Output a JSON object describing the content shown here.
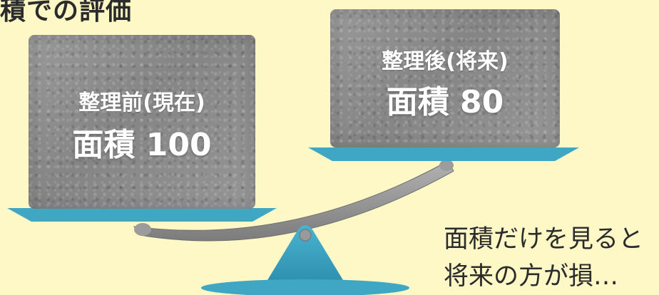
{
  "heading": "積での評価",
  "left_block": {
    "label": "整理前(現在)",
    "value": "面積 100"
  },
  "right_block": {
    "label": "整理後(将来)",
    "value": "面積 80"
  },
  "comment": {
    "line1": "面積だけを見ると",
    "line2": "将来の方が損…"
  },
  "colors": {
    "background": "#fef7c6",
    "pan": "#3fa6c4",
    "stone": "#8d8d8d",
    "text": "#2b2b2b"
  }
}
